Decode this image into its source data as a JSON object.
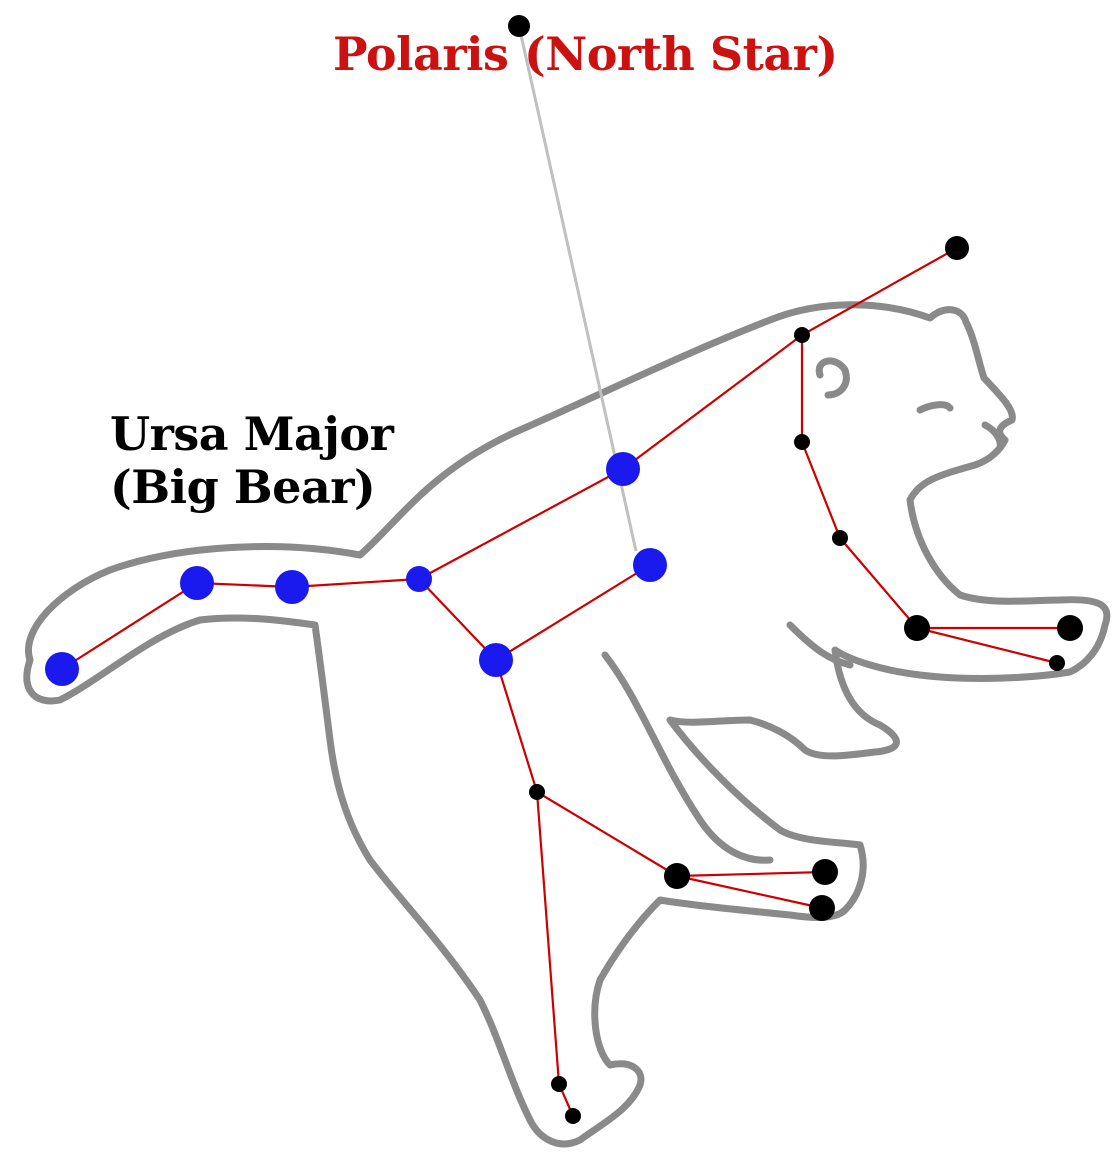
{
  "labels": {
    "polaris": "Polaris (North Star)",
    "constellation_name": "Ursa Major",
    "constellation_common": "(Big Bear)"
  },
  "colors": {
    "outline": "#8a8a8a",
    "constellation_lines": "#cc0000",
    "big_dipper_stars": "#1a1aee",
    "other_stars": "#000000",
    "pointer_line": "#c0c0c0",
    "polaris_label": "#cc1111",
    "constellation_label": "#000000"
  },
  "icons": {
    "big_dipper_star": "blue-dot",
    "other_star": "black-dot"
  }
}
